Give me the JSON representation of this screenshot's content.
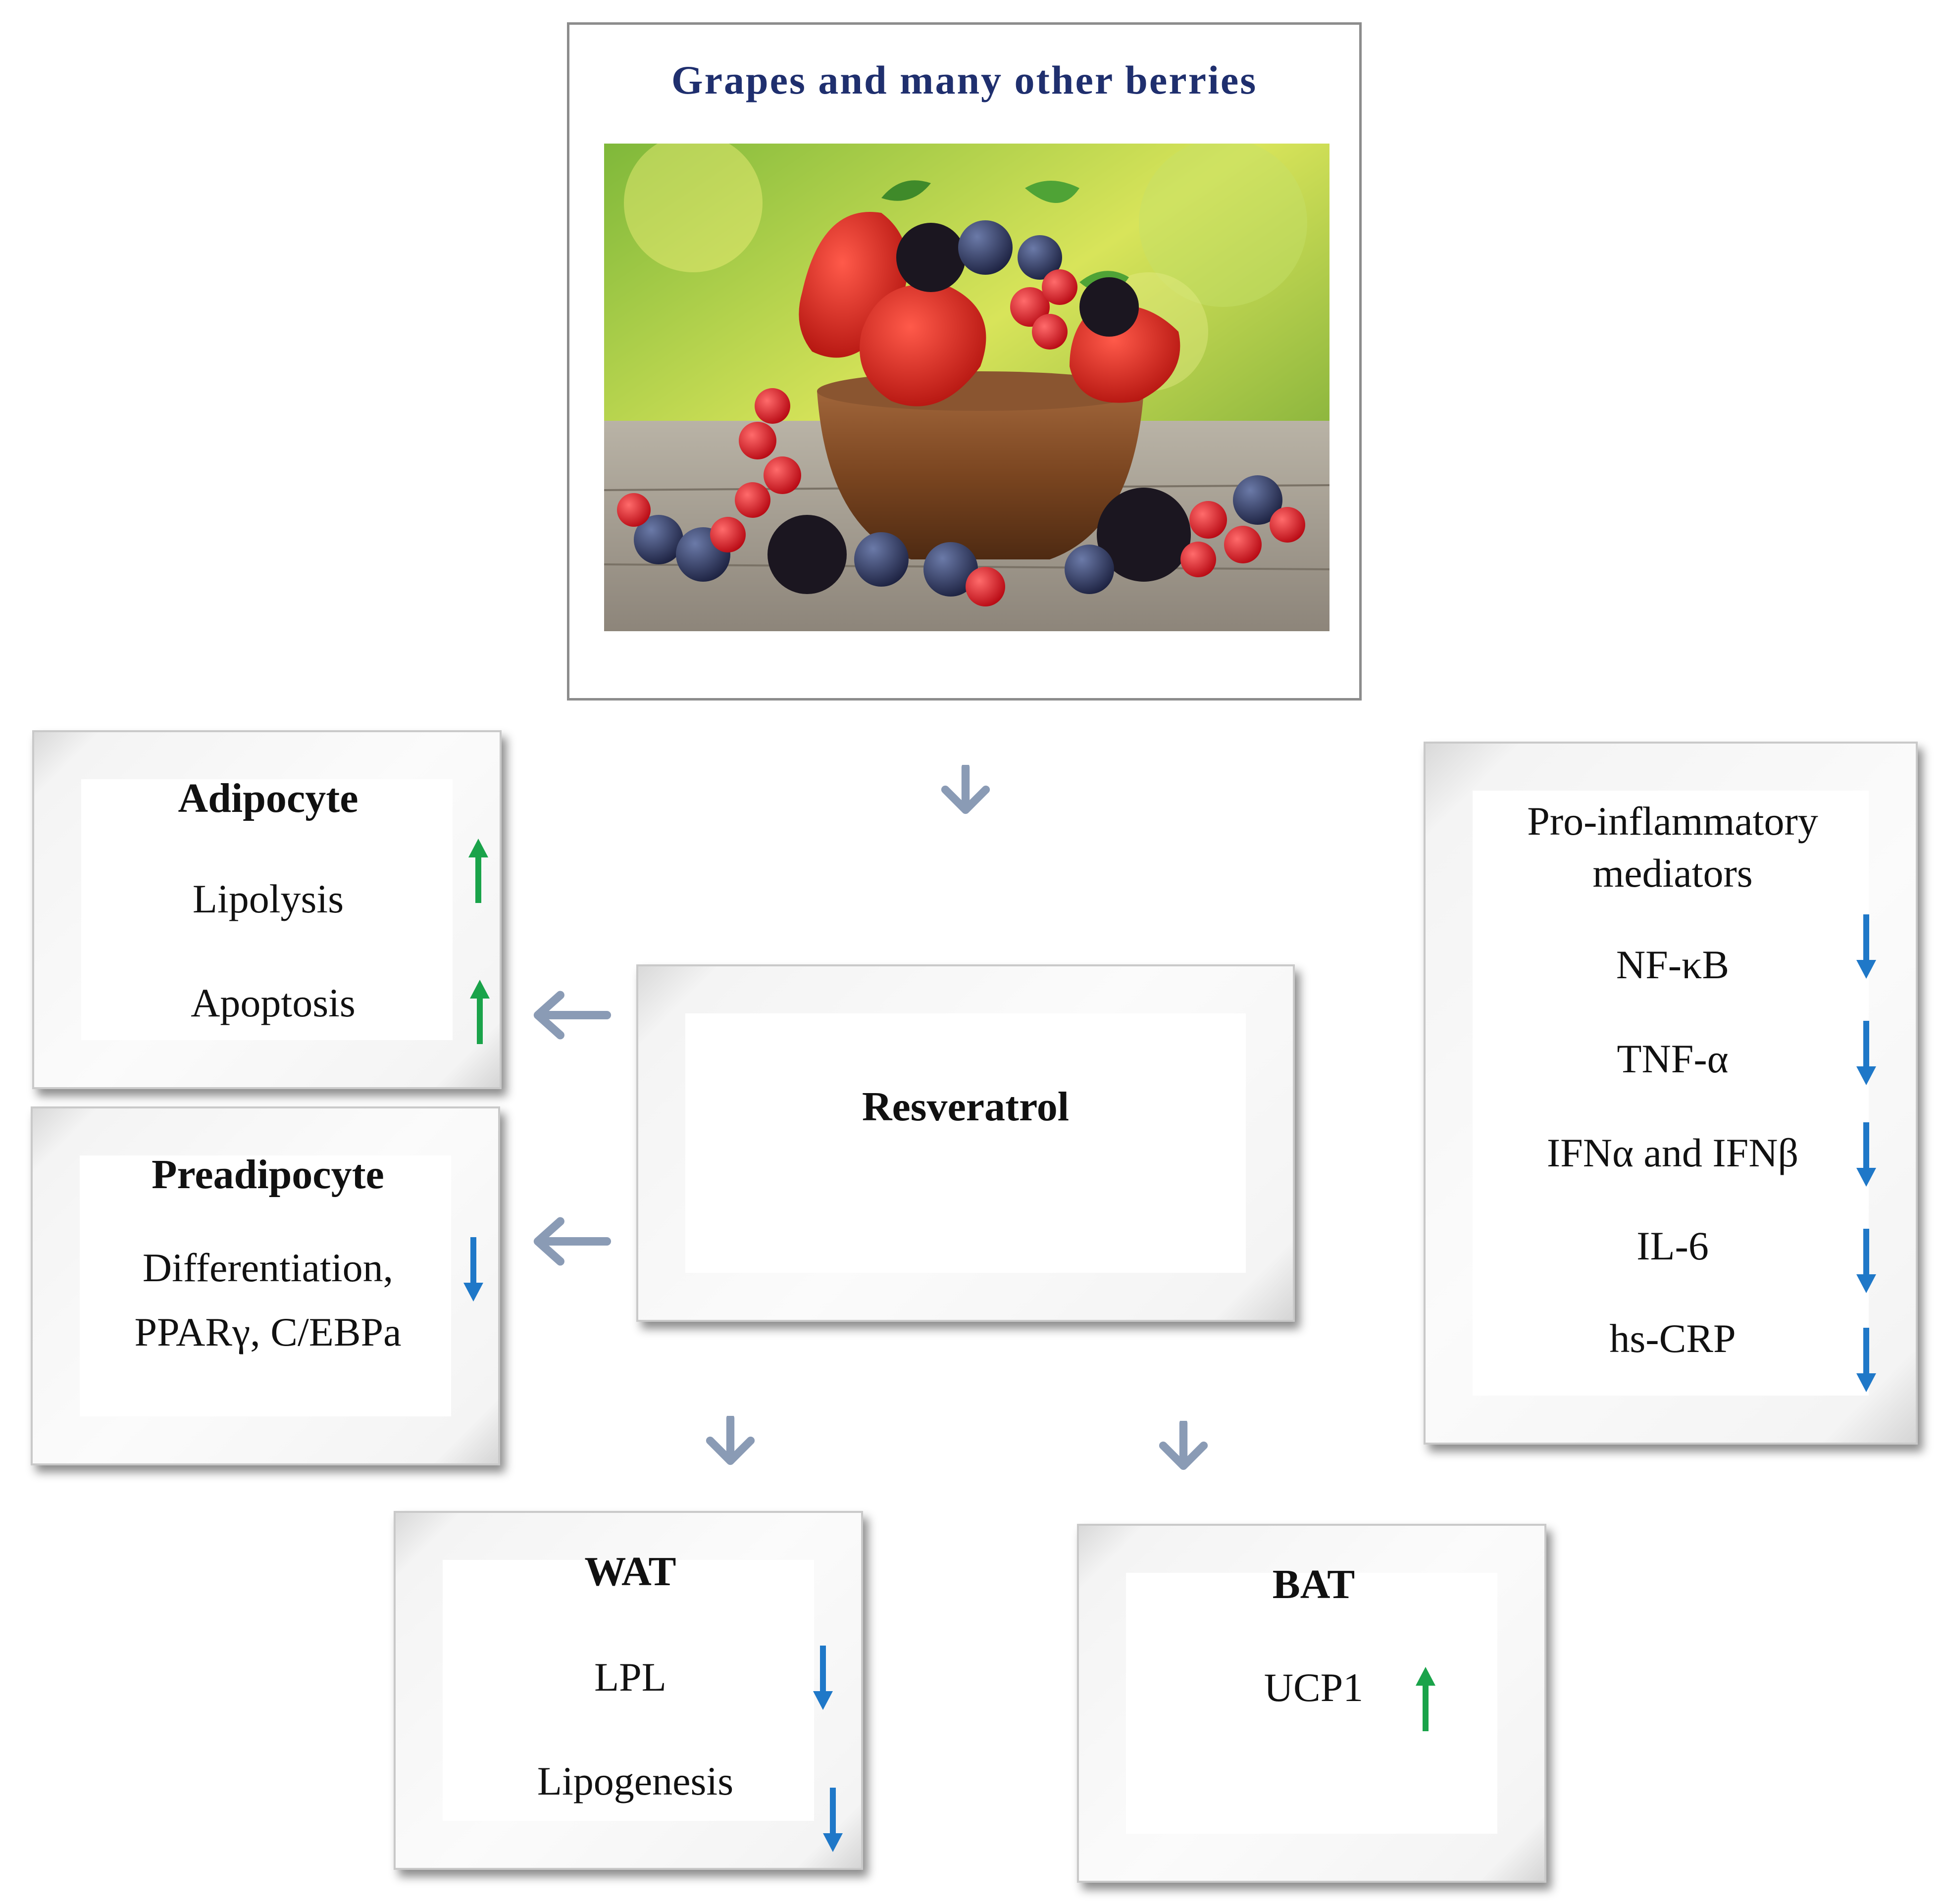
{
  "source": {
    "title": "Grapes and many other berries",
    "image": "bowl of strawberries, red currants, blueberries and blackberries"
  },
  "center": {
    "label": "Resveratrol"
  },
  "adipocyte": {
    "title": "Adipocyte",
    "items": [
      {
        "label": "Lipolysis",
        "direction": "up"
      },
      {
        "label": "Apoptosis",
        "direction": "up"
      }
    ]
  },
  "preadipocyte": {
    "title": "Preadipocyte",
    "line1": "Differentiation,",
    "line2": "PPARγ, C/EBPa",
    "direction": "down"
  },
  "inflammation": {
    "title_line1": "Pro-inflammatory",
    "title_line2": "mediators",
    "items": [
      {
        "label": "NF-κB",
        "direction": "down"
      },
      {
        "label": "TNF-α",
        "direction": "down"
      },
      {
        "label": "IFNα and IFNβ",
        "direction": "down"
      },
      {
        "label": "IL-6",
        "direction": "down"
      },
      {
        "label": "hs-CRP",
        "direction": "down"
      }
    ]
  },
  "wat": {
    "title": "WAT",
    "items": [
      {
        "label": "LPL",
        "direction": "down"
      },
      {
        "label": "Lipogenesis",
        "direction": "down"
      }
    ]
  },
  "bat": {
    "title": "BAT",
    "items": [
      {
        "label": "UCP1",
        "direction": "up"
      }
    ]
  },
  "colors": {
    "up_arrow": "#1aa34a",
    "down_arrow": "#1f78c8",
    "flow_arrow": "#8a9bb5",
    "source_title": "#1f2f6e"
  }
}
